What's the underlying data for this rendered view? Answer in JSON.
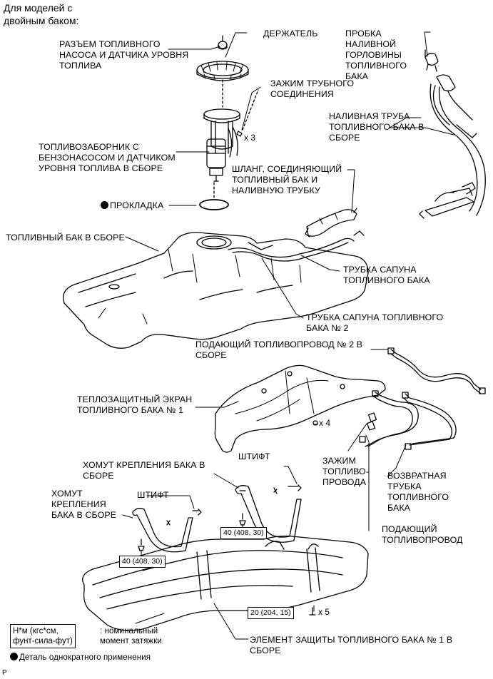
{
  "header": {
    "line1": "Для моделей с",
    "line2": "двойным баком:"
  },
  "labels": {
    "pump_connector": "РАЗЪЕМ ТОПЛИВНОГО\nНАСОСА И ДАТЧИКА УРОВНЯ\nТОПЛИВА",
    "holder": "ДЕРЖАТЕЛЬ",
    "filler_cap": "ПРОБКА\nНАЛИВНОЙ\nГОРЛОВИНЫ\nТОПЛИВНОГО\nБАКА",
    "tube_clamp": "ЗАЖИМ ТРУБНОГО\nСОЕДИНЕНИЯ",
    "filler_pipe": "НАЛИВНАЯ ТРУБА\nТОПЛИВНОГО БАКА В\nСБОРЕ",
    "suction_assy": "ТОПЛИВОЗАБОРНИК С\nБЕНЗОНАСОСОМ И ДАТЧИКОМ\nУРОВНЯ ТОПЛИВА В СБОРЕ",
    "hose": "ШЛАНГ, СОЕДИНЯЮЩИЙ\nТОПЛИВНЫЙ БАК И\nНАЛИВНУЮ ТРУБКУ",
    "gasket": "ПРОКЛАДКА",
    "tank_assy": "ТОПЛИВНЫЙ БАК В СБОРЕ",
    "breather_tube": "ТРУБКА САПУНА\nТОПЛИВНОГО БАКА",
    "breather_tube_2": "ТРУБКА САПУНА ТОПЛИВНОГО\nБАКА № 2",
    "feed_pipe_2": "ПОДАЮЩИЙ ТОПЛИВОПРОВОД № 2 В\nСБОРЕ",
    "heat_shield": "ТЕПЛОЗАЩИТНЫЙ ЭКРАН\nТОПЛИВНОГО БАКА № 1",
    "band_assy_right": "ХОМУТ КРЕПЛЕНИЯ БАКА В\nСБОРЕ",
    "pin_right": "ШТИФТ",
    "band_assy_left": "ХОМУТ\nКРЕПЛЕНИЯ\nБАКА В СБОРЕ",
    "pin_left": "ШТИФТ",
    "fuel_clamp": "ЗАЖИМ\nТОПЛИВО-\nПРОВОДА",
    "return_tube": "ВОЗВРАТНАЯ\nТРУБКА\nТОПЛИВНОГО\nБАКА",
    "feed_pipe": "ПОДАЮЩИЙ\nТОПЛИВОПРОВОД",
    "protector": "ЭЛЕМЕНТ ЗАЩИТЫ ТОПЛИВНОГО БАКА № 1 В\nСБОРЕ"
  },
  "quantities": {
    "clamp_x3": "x 3",
    "shield_x4": "x 4",
    "protector_x5": "x 5"
  },
  "torques": {
    "right_band": "40 (408, 30)",
    "left_band": "40 (408, 30)",
    "protector": "20 (204, 15)"
  },
  "legend": {
    "torque_unit": "Н*м (кгс*см,\nфунт-сила-фут)",
    "torque_desc": ": номинальный\nмомент затяжки",
    "non_reusable": "Деталь однократного применения"
  },
  "corner_mark": "P"
}
